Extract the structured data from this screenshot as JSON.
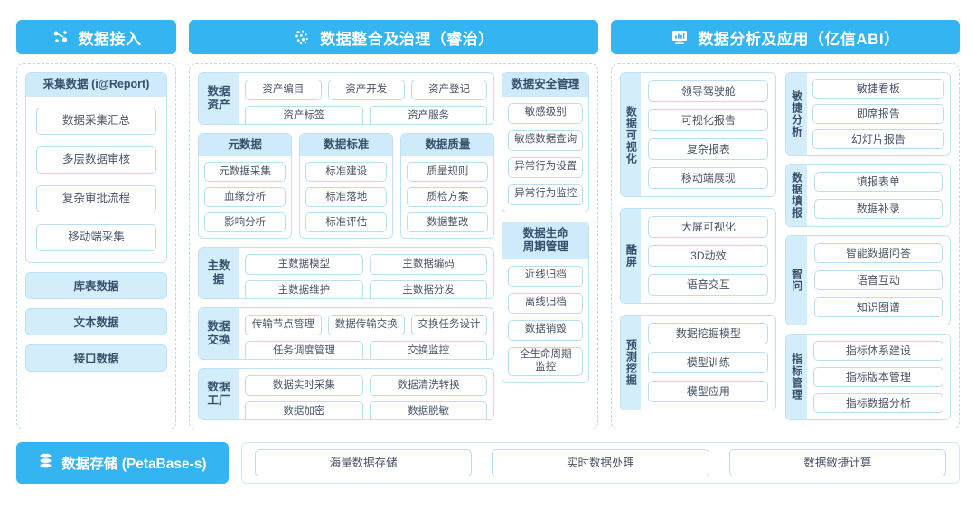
{
  "colors": {
    "brand": "#35b4f2",
    "capbg": "#cfeafa",
    "fill": "#d4edfb",
    "border": "#b9def3",
    "text": "#3c4858"
  },
  "headers": [
    {
      "icon": "molecule-nodes-icon",
      "label": "数据接入"
    },
    {
      "icon": "data-dots-icon",
      "label": "数据整合及治理（睿治）"
    },
    {
      "icon": "monitor-chart-icon",
      "label": "数据分析及应用（亿信ABI）"
    }
  ],
  "col1": {
    "card": {
      "title": "采集数据 (i@Report)",
      "items": [
        "数据采集汇总",
        "多层数据审核",
        "复杂审批流程",
        "移动端采集"
      ]
    },
    "blocks": [
      "库表数据",
      "文本数据",
      "接口数据"
    ]
  },
  "col2": {
    "asset": {
      "label": "数据资产",
      "row1": [
        "资产编目",
        "资产开发",
        "资产登记"
      ],
      "row2": [
        "资产标签",
        "资产服务"
      ]
    },
    "triple": [
      {
        "title": "元数据",
        "items": [
          "元数据采集",
          "血缘分析",
          "影响分析"
        ]
      },
      {
        "title": "数据标准",
        "items": [
          "标准建设",
          "标准落地",
          "标准评估"
        ]
      },
      {
        "title": "数据质量",
        "items": [
          "质量规则",
          "质检方案",
          "数据整改"
        ]
      }
    ],
    "master": {
      "label": "主数据",
      "row1": [
        "主数据模型",
        "主数据编码"
      ],
      "row2": [
        "主数据维护",
        "主数据分发"
      ]
    },
    "exchange": {
      "label": "数据交换",
      "row1": [
        "传输节点管理",
        "数据传输交换",
        "交换任务设计"
      ],
      "row2": [
        "任务调度管理",
        "交换监控"
      ]
    },
    "factory": {
      "label": "数据工厂",
      "row1": [
        "数据实时采集",
        "数据清洗转换"
      ],
      "row2": [
        "数据加密",
        "数据脱敏"
      ]
    },
    "security": {
      "title": "数据安全管理",
      "items": [
        "敏感级别",
        "敏感数据查询",
        "异常行为设置",
        "异常行为监控"
      ]
    },
    "lifecycle": {
      "title": "数据生命\n周期管理",
      "items": [
        "近线归档",
        "离线归档",
        "数据销毁",
        "全生命周期\n监控"
      ]
    }
  },
  "col3": {
    "left": [
      {
        "label": "数据可视化",
        "items": [
          "领导驾驶舱",
          "可视化报告",
          "复杂报表",
          "移动端展现"
        ]
      },
      {
        "label": "酷屏",
        "items": [
          "大屏可视化",
          "3D动效",
          "语音交互"
        ]
      },
      {
        "label": "预测挖掘",
        "items": [
          "数据挖掘模型",
          "模型训练",
          "模型应用"
        ]
      }
    ],
    "right": [
      {
        "label": "敏捷分析",
        "items": [
          "敏捷看板",
          "即席报告",
          "幻灯片报告"
        ]
      },
      {
        "label": "数据填报",
        "items": [
          "填报表单",
          "数据补录"
        ]
      },
      {
        "label": "智问",
        "items": [
          "智能数据问答",
          "语音互动",
          "知识图谱"
        ]
      },
      {
        "label": "指标管理",
        "items": [
          "指标体系建设",
          "指标版本管理",
          "指标数据分析"
        ]
      }
    ]
  },
  "bottom": {
    "storage": {
      "icon": "database-stack-icon",
      "label": "数据存储 (PetaBase-s)"
    },
    "items": [
      "海量数据存储",
      "实时数据处理",
      "数据敏捷计算"
    ]
  }
}
